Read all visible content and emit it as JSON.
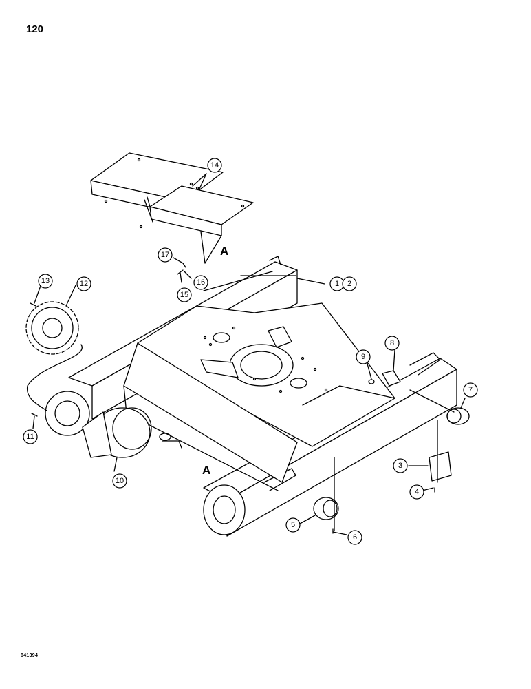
{
  "page": {
    "number": "120",
    "figure_code": "841394"
  },
  "section_marks": [
    "A",
    "A"
  ],
  "callouts": [
    "1",
    "2",
    "3",
    "4",
    "5",
    "6",
    "7",
    "8",
    "9",
    "10",
    "11",
    "12",
    "13",
    "14",
    "15",
    "16",
    "17"
  ]
}
